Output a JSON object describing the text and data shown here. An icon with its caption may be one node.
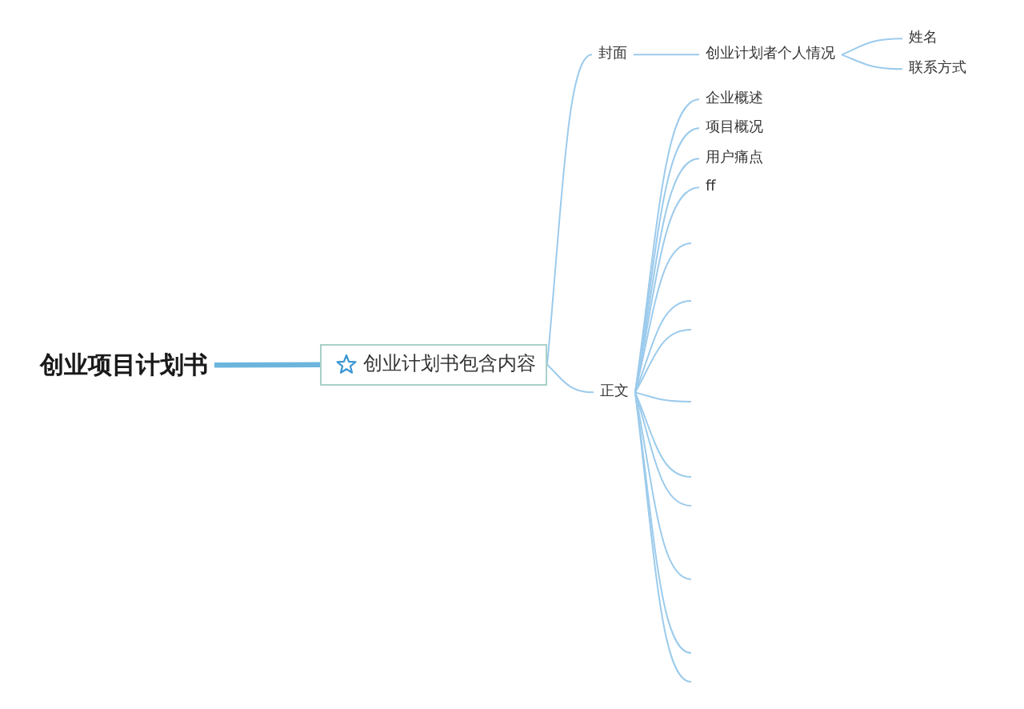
{
  "diagram": {
    "nodes": [
      {
        "text": [
          "创业项目计划书"
        ]
      },
      {
        "text": [
          "创业计划书包含内容"
        ]
      },
      {
        "text": [
          "封面"
        ]
      },
      {
        "text": [
          "正文"
        ]
      },
      {
        "text": [
          "创业计划者个人情况"
        ]
      },
      {
        "text": [
          "姓名"
        ]
      },
      {
        "text": [
          "联系方式"
        ]
      },
      {
        "text": [
          "企业概述"
        ]
      },
      {
        "text": [
          "项目概况"
        ]
      },
      {
        "text": [
          "用户痛点"
        ]
      },
      {
        "text": [
          "ff"
        ]
      }
    ],
    "edges": [
      {
        "from": 0,
        "to": 1,
        "arrow": "none",
        "style": "thick",
        "color": "#6cb5dd"
      },
      {
        "from": 1,
        "to": 2,
        "arrow": "none"
      },
      {
        "from": 1,
        "to": 3,
        "arrow": "none"
      },
      {
        "from": 2,
        "to": 4,
        "arrow": "none"
      },
      {
        "from": 4,
        "to": 5,
        "arrow": "none"
      },
      {
        "from": 4,
        "to": 6,
        "arrow": "none"
      },
      {
        "from": 3,
        "to": 7,
        "arrow": "none"
      },
      {
        "from": 3,
        "to": 8,
        "arrow": "none"
      },
      {
        "from": 3,
        "to": 9,
        "arrow": "none"
      },
      {
        "from": 3,
        "to": 10,
        "arrow": "none"
      },
      {
        "from": 3,
        "to": null,
        "arrow": "none"
      },
      {
        "from": 3,
        "to": null,
        "arrow": "none"
      },
      {
        "from": 3,
        "to": null,
        "arrow": "none"
      },
      {
        "from": 3,
        "to": null,
        "arrow": "none"
      },
      {
        "from": 3,
        "to": null,
        "arrow": "none"
      },
      {
        "from": 3,
        "to": null,
        "arrow": "none"
      },
      {
        "from": 3,
        "to": null,
        "arrow": "none"
      },
      {
        "from": 3,
        "to": null,
        "arrow": "none"
      },
      {
        "from": 3,
        "to": null,
        "arrow": "none"
      }
    ]
  }
}
